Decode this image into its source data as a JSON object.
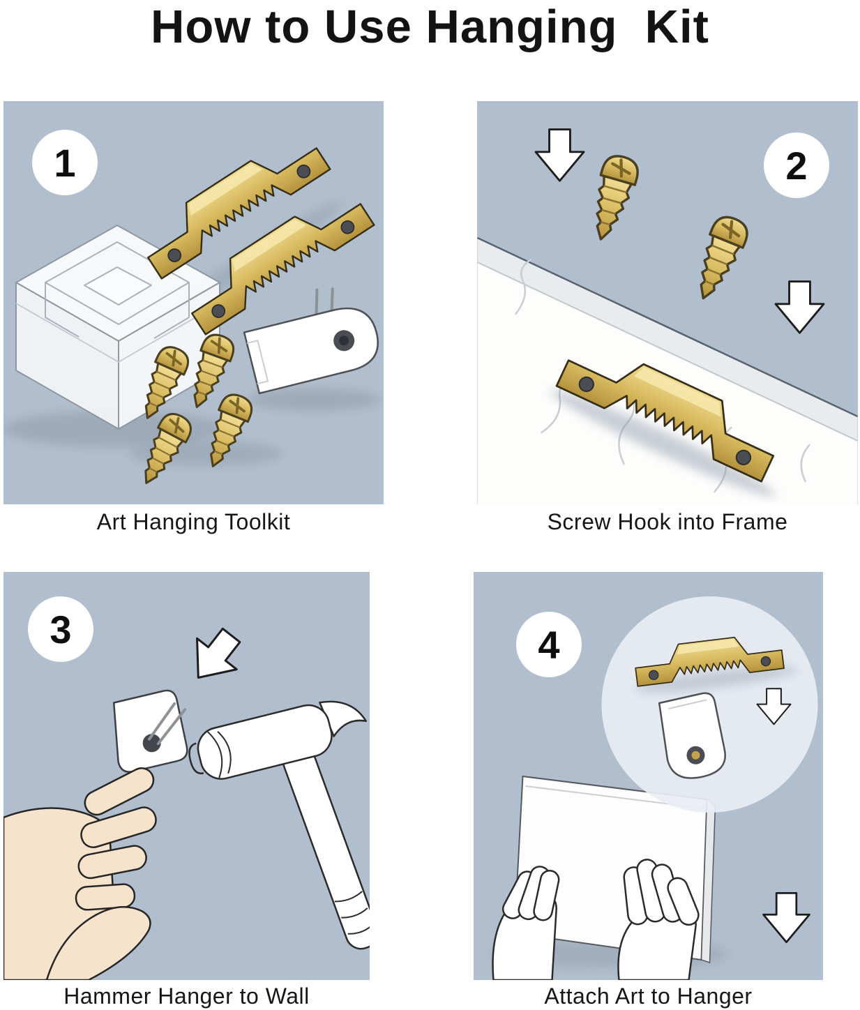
{
  "title": "How to Use Hanging  Kit",
  "panels": [
    {
      "number": "1",
      "caption": "Art Hanging Toolkit"
    },
    {
      "number": "2",
      "caption": "Screw Hook into Frame"
    },
    {
      "number": "3",
      "caption": "Hammer Hanger to Wall"
    },
    {
      "number": "4",
      "caption": "Attach Art to Hanger"
    }
  ],
  "colors": {
    "background": "#ffffff",
    "panel_background": "#b1bece",
    "brass": "#d9bc62",
    "skin": "#f6e3cc",
    "text": "#161616"
  },
  "icons": {
    "down_arrow_icon": "white outlined arrow showing direction",
    "sawtooth_hanger_icon": "brass sawtooth picture hanger",
    "gold_screw_icon": "brass mounting screw"
  }
}
